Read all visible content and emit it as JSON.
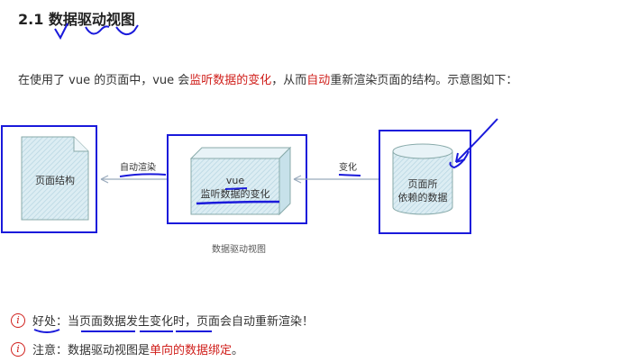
{
  "heading": "2.1 数据驱动视图",
  "paragraph": {
    "p1": "在使用了 vue 的页面中，vue 会",
    "red1": "监听数据的变化",
    "p2": "，从而",
    "red2": "自动",
    "p3": "重新渲染页面的结构。示意图如下："
  },
  "diagram": {
    "left_box": "页面结构",
    "center_box_line1": "vue",
    "center_box_line2": "监听数据的变化",
    "right_box_line1": "页面所",
    "right_box_line2": "依赖的数据",
    "arrow_left_label": "自动渲染",
    "arrow_right_label": "变化",
    "caption": "数据驱动视图"
  },
  "notes": [
    {
      "icon": "i",
      "prefix": "好处：当页面数据发生变化时，页面会自动重新渲染！",
      "red": ""
    },
    {
      "icon": "i",
      "prefix": "注意：数据驱动视图是",
      "red": "单向的数据绑定",
      "suffix": "。"
    }
  ],
  "colors": {
    "accent": "#d0201c",
    "annotation_blue": "#1a1adb",
    "shape_fill": "#d9ecf2"
  }
}
